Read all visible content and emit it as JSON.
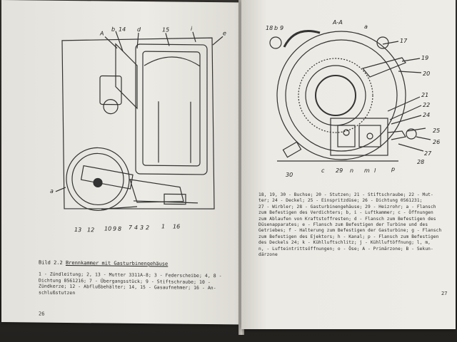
{
  "left_page": {
    "figure_labels": {
      "section_marker": "A",
      "top": [
        "b",
        "14",
        "d",
        "15",
        "i",
        "e"
      ],
      "side": "a",
      "bottom": [
        "13",
        "12",
        "10",
        "9",
        "8",
        "7",
        "4",
        "3",
        "2",
        "1",
        "16"
      ]
    },
    "figure_title_number": "Bild 2.2",
    "figure_title_text": "Brennkammer mit Gasturbinengehäuse",
    "caption": "1 - Zündleitung; 2, 13 - Mutter 3311A-8; 3 - Federscheibe; 4, 8 -\nDichtung 0561216; 7 - Übergangsstück; 9 - Stiftschraube; 10 -\nZündkerze; 12 - Abflußbehälter; 14, 15 - Gasaufnehmer; 16 - An-\nschlußstutzen",
    "page_number": "26"
  },
  "right_page": {
    "figure_labels": {
      "section": "A-A",
      "top_left": [
        "18",
        "b",
        "9"
      ],
      "top_right": [
        "a",
        "17",
        "19",
        "20",
        "21",
        "22",
        "24",
        "25",
        "26",
        "27",
        "28"
      ],
      "bottom": [
        "30",
        "c",
        "29",
        "n",
        "m",
        "l",
        "p"
      ]
    },
    "caption": "18, 19, 30 - Buchse; 20 - Stutzen; 21 - Stiftschraube; 22 - Mut-\nter; 24 - Deckel; 25 - Einspritzdüse; 26 - Dichtung 0561231;\n27 - Wirbler; 28 - Gasturbinengehäuse; 29 - Heizrohr; a - Flansch\nzum Befestigen des Verdichters; b, i - Luftkammer; c - Öffnungen\nzum Ablaufen von Kraftstoffresten; d - Flansch zum Befestigen des\nDüsenapparates; e - Flansch zum Befestigen der Turbine und des\nGetriebes; f - Halterung zum Befestigen der Gasturbine; g - Flansch\nzum Befestigen des Ejektors; h - Kanal; p - Flansch zum Befestigen\ndes Deckels 24; k - Kühlluftschlitz; j - Kühlluftöffnung; l, m,\nn, - Lufteintrittsöffnungen; o - Öse; A - Primärzone; B - Sekun-\ndärzone",
    "page_number": "27"
  }
}
